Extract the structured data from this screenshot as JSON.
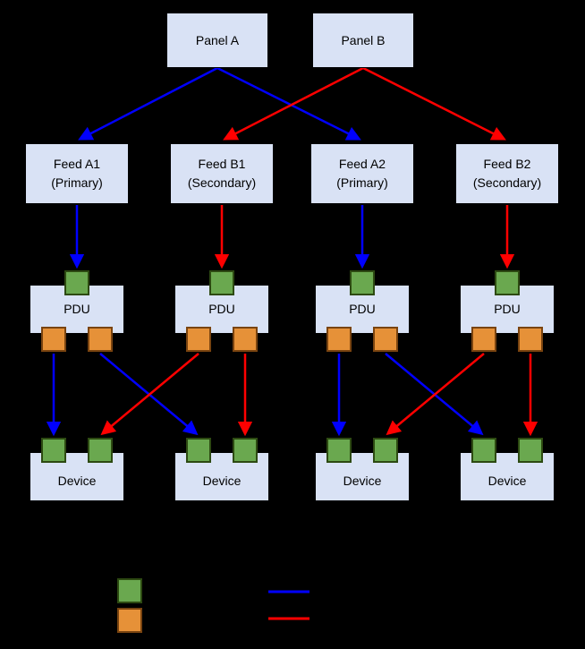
{
  "diagram": {
    "panels": [
      {
        "label": "Panel A"
      },
      {
        "label": "Panel B"
      }
    ],
    "feeds": [
      {
        "name": "Feed A1",
        "qualifier": "(Primary)"
      },
      {
        "name": "Feed B1",
        "qualifier": "(Secondary)"
      },
      {
        "name": "Feed A2",
        "qualifier": "(Primary)"
      },
      {
        "name": "Feed B2",
        "qualifier": "(Secondary)"
      }
    ],
    "pdus": [
      {
        "label": "PDU"
      },
      {
        "label": "PDU"
      },
      {
        "label": "PDU"
      },
      {
        "label": "PDU"
      }
    ],
    "devices": [
      {
        "label": "Device"
      },
      {
        "label": "Device"
      },
      {
        "label": "Device"
      },
      {
        "label": "Device"
      }
    ],
    "edges": [
      {
        "from": "Panel A",
        "to": "Feed A1",
        "path": "primary"
      },
      {
        "from": "Panel A",
        "to": "Feed A2",
        "path": "primary"
      },
      {
        "from": "Panel B",
        "to": "Feed B1",
        "path": "secondary"
      },
      {
        "from": "Panel B",
        "to": "Feed B2",
        "path": "secondary"
      },
      {
        "from": "Feed A1",
        "to": "PDU 1",
        "path": "primary"
      },
      {
        "from": "Feed B1",
        "to": "PDU 2",
        "path": "secondary"
      },
      {
        "from": "Feed A2",
        "to": "PDU 3",
        "path": "primary"
      },
      {
        "from": "Feed B2",
        "to": "PDU 4",
        "path": "secondary"
      },
      {
        "from": "PDU 1",
        "to": "Device 1",
        "path": "primary"
      },
      {
        "from": "PDU 1",
        "to": "Device 2",
        "path": "primary"
      },
      {
        "from": "PDU 2",
        "to": "Device 1",
        "path": "secondary"
      },
      {
        "from": "PDU 2",
        "to": "Device 2",
        "path": "secondary"
      },
      {
        "from": "PDU 3",
        "to": "Device 3",
        "path": "primary"
      },
      {
        "from": "PDU 3",
        "to": "Device 4",
        "path": "primary"
      },
      {
        "from": "PDU 4",
        "to": "Device 3",
        "path": "secondary"
      },
      {
        "from": "PDU 4",
        "to": "Device 4",
        "path": "secondary"
      }
    ]
  },
  "legend": {
    "swatches": [
      {
        "name": "input-port",
        "color": "#6aa84f"
      },
      {
        "name": "output-port",
        "color": "#e69138"
      }
    ],
    "lines": [
      {
        "name": "primary-path",
        "color": "#0000ff"
      },
      {
        "name": "secondary-path",
        "color": "#ff0000"
      }
    ]
  },
  "colors": {
    "background": "#000000",
    "node_fill": "#d9e2f5",
    "node_border": "#000000",
    "node_text": "#000000",
    "primary_path": "#0000ff",
    "secondary_path": "#ff0000",
    "input_port": "#6aa84f",
    "input_port_border": "#2d4a12",
    "output_port": "#e69138",
    "output_port_border": "#7a4410"
  }
}
